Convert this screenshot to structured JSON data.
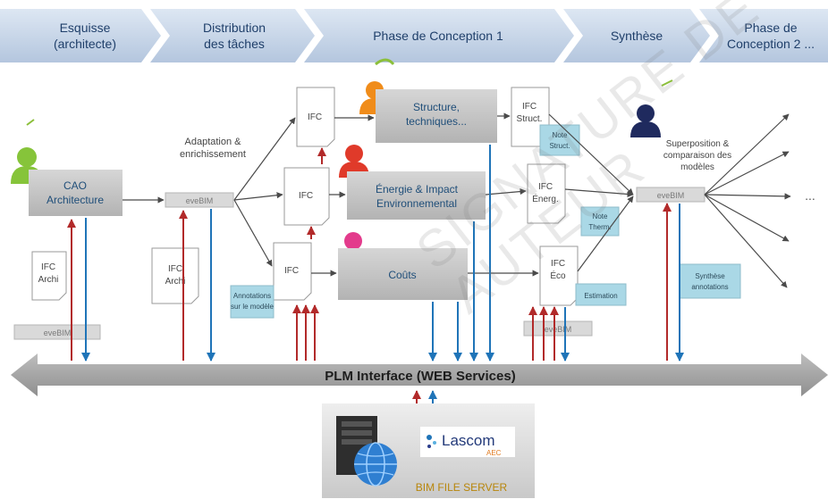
{
  "phases": [
    {
      "line1": "Esquisse",
      "line2": "(architecte)"
    },
    {
      "line1": "Distribution",
      "line2": "des tâches"
    },
    {
      "line1": "Phase de Conception 1",
      "line2": ""
    },
    {
      "line1": "Synthèse",
      "line2": ""
    },
    {
      "line1": "Phase de",
      "line2": "Conception 2 ..."
    }
  ],
  "boxes": {
    "cao_l1": "CAO",
    "cao_l2": "Architecture",
    "structure_l1": "Structure,",
    "structure_l2": "techniques...",
    "energie_l1": "Énergie & Impact",
    "energie_l2": "Environnemental",
    "couts": "Coûts"
  },
  "documents": {
    "ifc": "IFC",
    "archi": "Archi",
    "struct": "Struct.",
    "energ": "Énerg.",
    "eco": "Éco"
  },
  "evebim": "eveBIM",
  "notes": {
    "adaptation_l1": "Adaptation &",
    "adaptation_l2": "enrichissement",
    "annotations_l1": "Annotations",
    "annotations_l2": "sur le modèle",
    "note_struct_l1": "Note",
    "note_struct_l2": "Struct.",
    "note_therm_l1": "Note",
    "note_therm_l2": "Therm.",
    "estimation": "Estimation",
    "superposition_l1": "Superposition &",
    "superposition_l2": "comparaison des",
    "superposition_l3": "modèles",
    "synthese_l1": "Synthèse",
    "synthese_l2": "annotations",
    "ellipsis": "..."
  },
  "plm_label": "PLM  Interface (WEB Services)",
  "server": {
    "brand": "Lascom",
    "brand_sub": "AEC",
    "label": "BIM FILE SERVER"
  },
  "watermark": "SIGNATURE DE TOU\nAUTEUR",
  "colors": {
    "phase_fill": "#c8d6e8",
    "box_fill": "#c7c7c7",
    "box_text": "#1f4e79",
    "note_fill": "#aad8e6",
    "arrow_red": "#b22a2a",
    "arrow_blue": "#1f74b8",
    "arrow_gray": "#555555",
    "plm_bar": "#9c9c9c"
  }
}
